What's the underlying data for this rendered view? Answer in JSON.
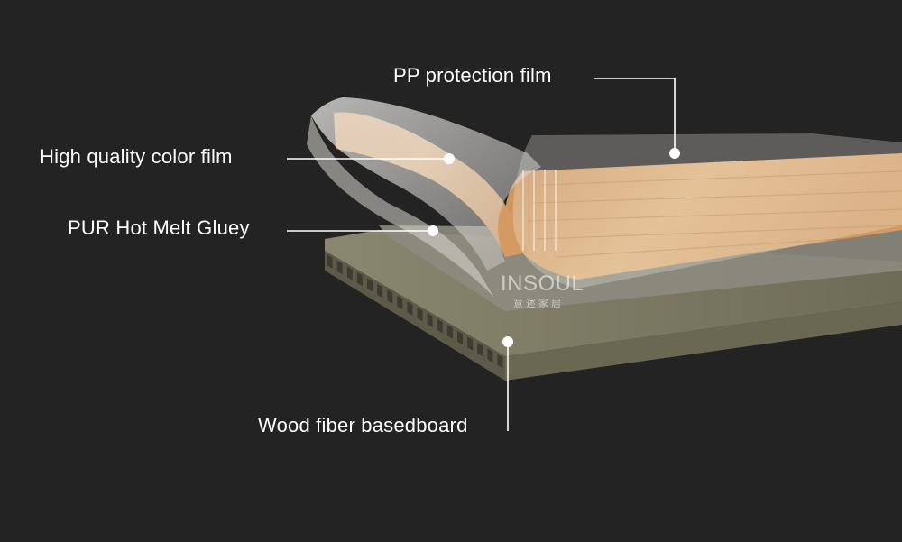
{
  "labels": {
    "pp_film": "PP protection film",
    "color_film": "High quality color film",
    "pur_glue": "PUR Hot Melt Gluey",
    "wood_board": "Wood fiber basedboard"
  },
  "watermark": {
    "brand": "INSOUL",
    "subtitle": "意述家居"
  },
  "colors": {
    "background": "#242323",
    "board": "#6f6c58",
    "board_top": "#7f7c66",
    "wood": "#d9a56c",
    "film": "#e8e6e2",
    "leader": "#ffffff"
  }
}
